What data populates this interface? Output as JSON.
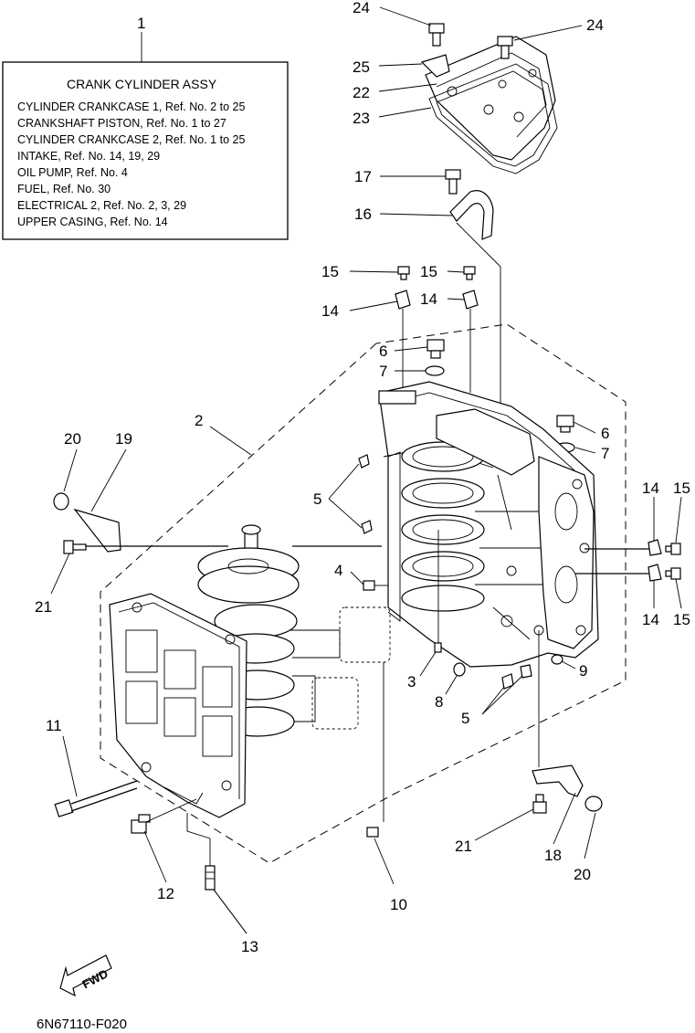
{
  "legend_box": {
    "ref_number": "1",
    "title": "CRANK CYLINDER ASSY",
    "lines": [
      "CYLINDER CRANKCASE 1,  Ref. No. 2 to 25",
      "CRANKSHAFT PISTON,  Ref. No. 1 to 27",
      "CYLINDER CRANKCASE 2,  Ref. No. 1 to 25",
      "INTAKE,  Ref. No. 14, 19, 29",
      "OIL PUMP,  Ref. No. 4",
      "FUEL,  Ref. No. 30",
      "ELECTRICAL 2,  Ref. No. 2, 3, 29",
      "UPPER CASING,  Ref. No. 14"
    ]
  },
  "callouts": {
    "c2": "2",
    "c3": "3",
    "c4": "4",
    "c5a": "5",
    "c5b": "5",
    "c6a": "6",
    "c6b": "6",
    "c7a": "7",
    "c7b": "7",
    "c8": "8",
    "c9": "9",
    "c10": "10",
    "c11": "11",
    "c12": "12",
    "c13": "13",
    "c14a": "14",
    "c14b": "14",
    "c14c": "14",
    "c14d": "14",
    "c15a": "15",
    "c15b": "15",
    "c15c": "15",
    "c15d": "15",
    "c16": "16",
    "c17": "17",
    "c18": "18",
    "c19": "19",
    "c20a": "20",
    "c20b": "20",
    "c21a": "21",
    "c21b": "21",
    "c22": "22",
    "c23": "23",
    "c24a": "24",
    "c24b": "24",
    "c25": "25"
  },
  "direction_marker": "FWD",
  "diagram_code": "6N67110-F020"
}
